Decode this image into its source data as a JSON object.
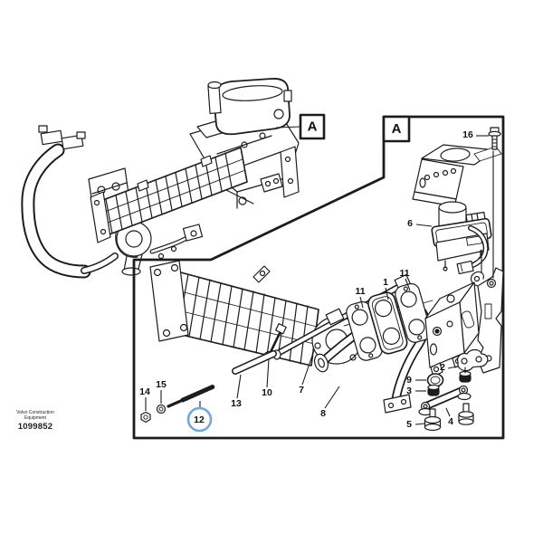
{
  "document": {
    "background": "#ffffff",
    "ink": "#1c1c1c"
  },
  "footer": {
    "company_line1": "Volvo Construction",
    "company_line2": "Equipment",
    "figure_number": "1099852"
  },
  "overview": {
    "label": "A"
  },
  "detail": {
    "label": "A",
    "highlight": {
      "part": "12",
      "color": "#6fa8dc"
    },
    "callouts": [
      {
        "label": "14"
      },
      {
        "label": "15"
      },
      {
        "label": "12"
      },
      {
        "label": "13"
      },
      {
        "label": "10"
      },
      {
        "label": "7"
      },
      {
        "label": "8"
      },
      {
        "label": "11"
      },
      {
        "label": "1"
      },
      {
        "label": "11"
      },
      {
        "label": "16"
      },
      {
        "label": "6"
      },
      {
        "label": "2"
      },
      {
        "label": "9"
      },
      {
        "label": "3"
      },
      {
        "label": "4"
      },
      {
        "label": "5"
      }
    ]
  }
}
